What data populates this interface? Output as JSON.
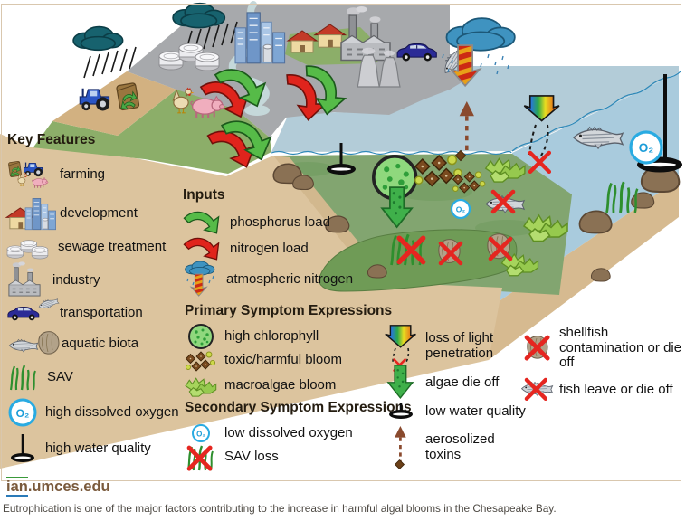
{
  "scene": {
    "o2_label": "O₂"
  },
  "legend": {
    "key_features": {
      "title": "Key Features",
      "items": [
        {
          "label": "farming",
          "icon": "farming-icon"
        },
        {
          "label": "development",
          "icon": "development-icon"
        },
        {
          "label": "sewage treatment",
          "icon": "sewage-treatment-icon"
        },
        {
          "label": "industry",
          "icon": "industry-icon"
        },
        {
          "label": "transportation",
          "icon": "transportation-icon"
        },
        {
          "label": "aquatic biota",
          "icon": "aquatic-biota-icon"
        },
        {
          "label": "SAV",
          "icon": "sav-icon"
        },
        {
          "label": "high dissolved oxygen",
          "icon": "high-dissolved-oxygen-icon"
        },
        {
          "label": "high water quality",
          "icon": "high-water-quality-icon"
        }
      ]
    },
    "inputs": {
      "title": "Inputs",
      "items": [
        {
          "label": "phosphorus load",
          "icon": "green-arrow-icon"
        },
        {
          "label": "nitrogen load",
          "icon": "red-arrow-icon"
        },
        {
          "label": "atmospheric nitrogen",
          "icon": "atmospheric-nitrogen-icon"
        }
      ]
    },
    "primary": {
      "title": "Primary Symptom Expressions",
      "items": [
        {
          "label": "high chlorophyll",
          "icon": "chlorophyll-icon"
        },
        {
          "label": "toxic/harmful bloom",
          "icon": "toxic-bloom-icon"
        },
        {
          "label": "macroalgae bloom",
          "icon": "macroalgae-icon"
        }
      ]
    },
    "secondary": {
      "title": "Secondary Symptom Expressions",
      "items": [
        {
          "label": "low dissolved oxygen",
          "icon": "low-dissolved-oxygen-icon"
        },
        {
          "label": "SAV loss",
          "icon": "sav-loss-icon"
        }
      ]
    },
    "effects": {
      "items": [
        {
          "label": "loss of light penetration",
          "icon": "light-penetration-icon"
        },
        {
          "label": "algae die off",
          "icon": "algae-die-off-icon"
        },
        {
          "label": "low water quality",
          "icon": "low-water-quality-icon"
        },
        {
          "label": "aerosolized toxins",
          "icon": "aerosolized-toxins-icon"
        }
      ]
    },
    "outcomes": {
      "items": [
        {
          "label": "shellfish contamination or die off",
          "icon": "shellfish-die-off-icon"
        },
        {
          "label": "fish leave or die off",
          "icon": "fish-die-off-icon"
        }
      ]
    }
  },
  "footer": {
    "site_prefix": "ian",
    "site_suffix": ".umces.edu",
    "caption": "Eutrophication is one of the major factors contributing to the increase in harmful algal blooms in the Chesapeake Bay."
  },
  "colors": {
    "legend_sand": "#dcc49e",
    "water_surface": "#b3ccd8",
    "clear_water": "#a9cbdd",
    "murky_water": "#82a570",
    "urban_gray": "#a7a9ac",
    "land_green": "#8cae69",
    "phosphorus_green": "#56bb48",
    "nitrogen_red": "#e0241c",
    "oxygen_blue": "#29abe2",
    "x_red": "#e52620"
  }
}
